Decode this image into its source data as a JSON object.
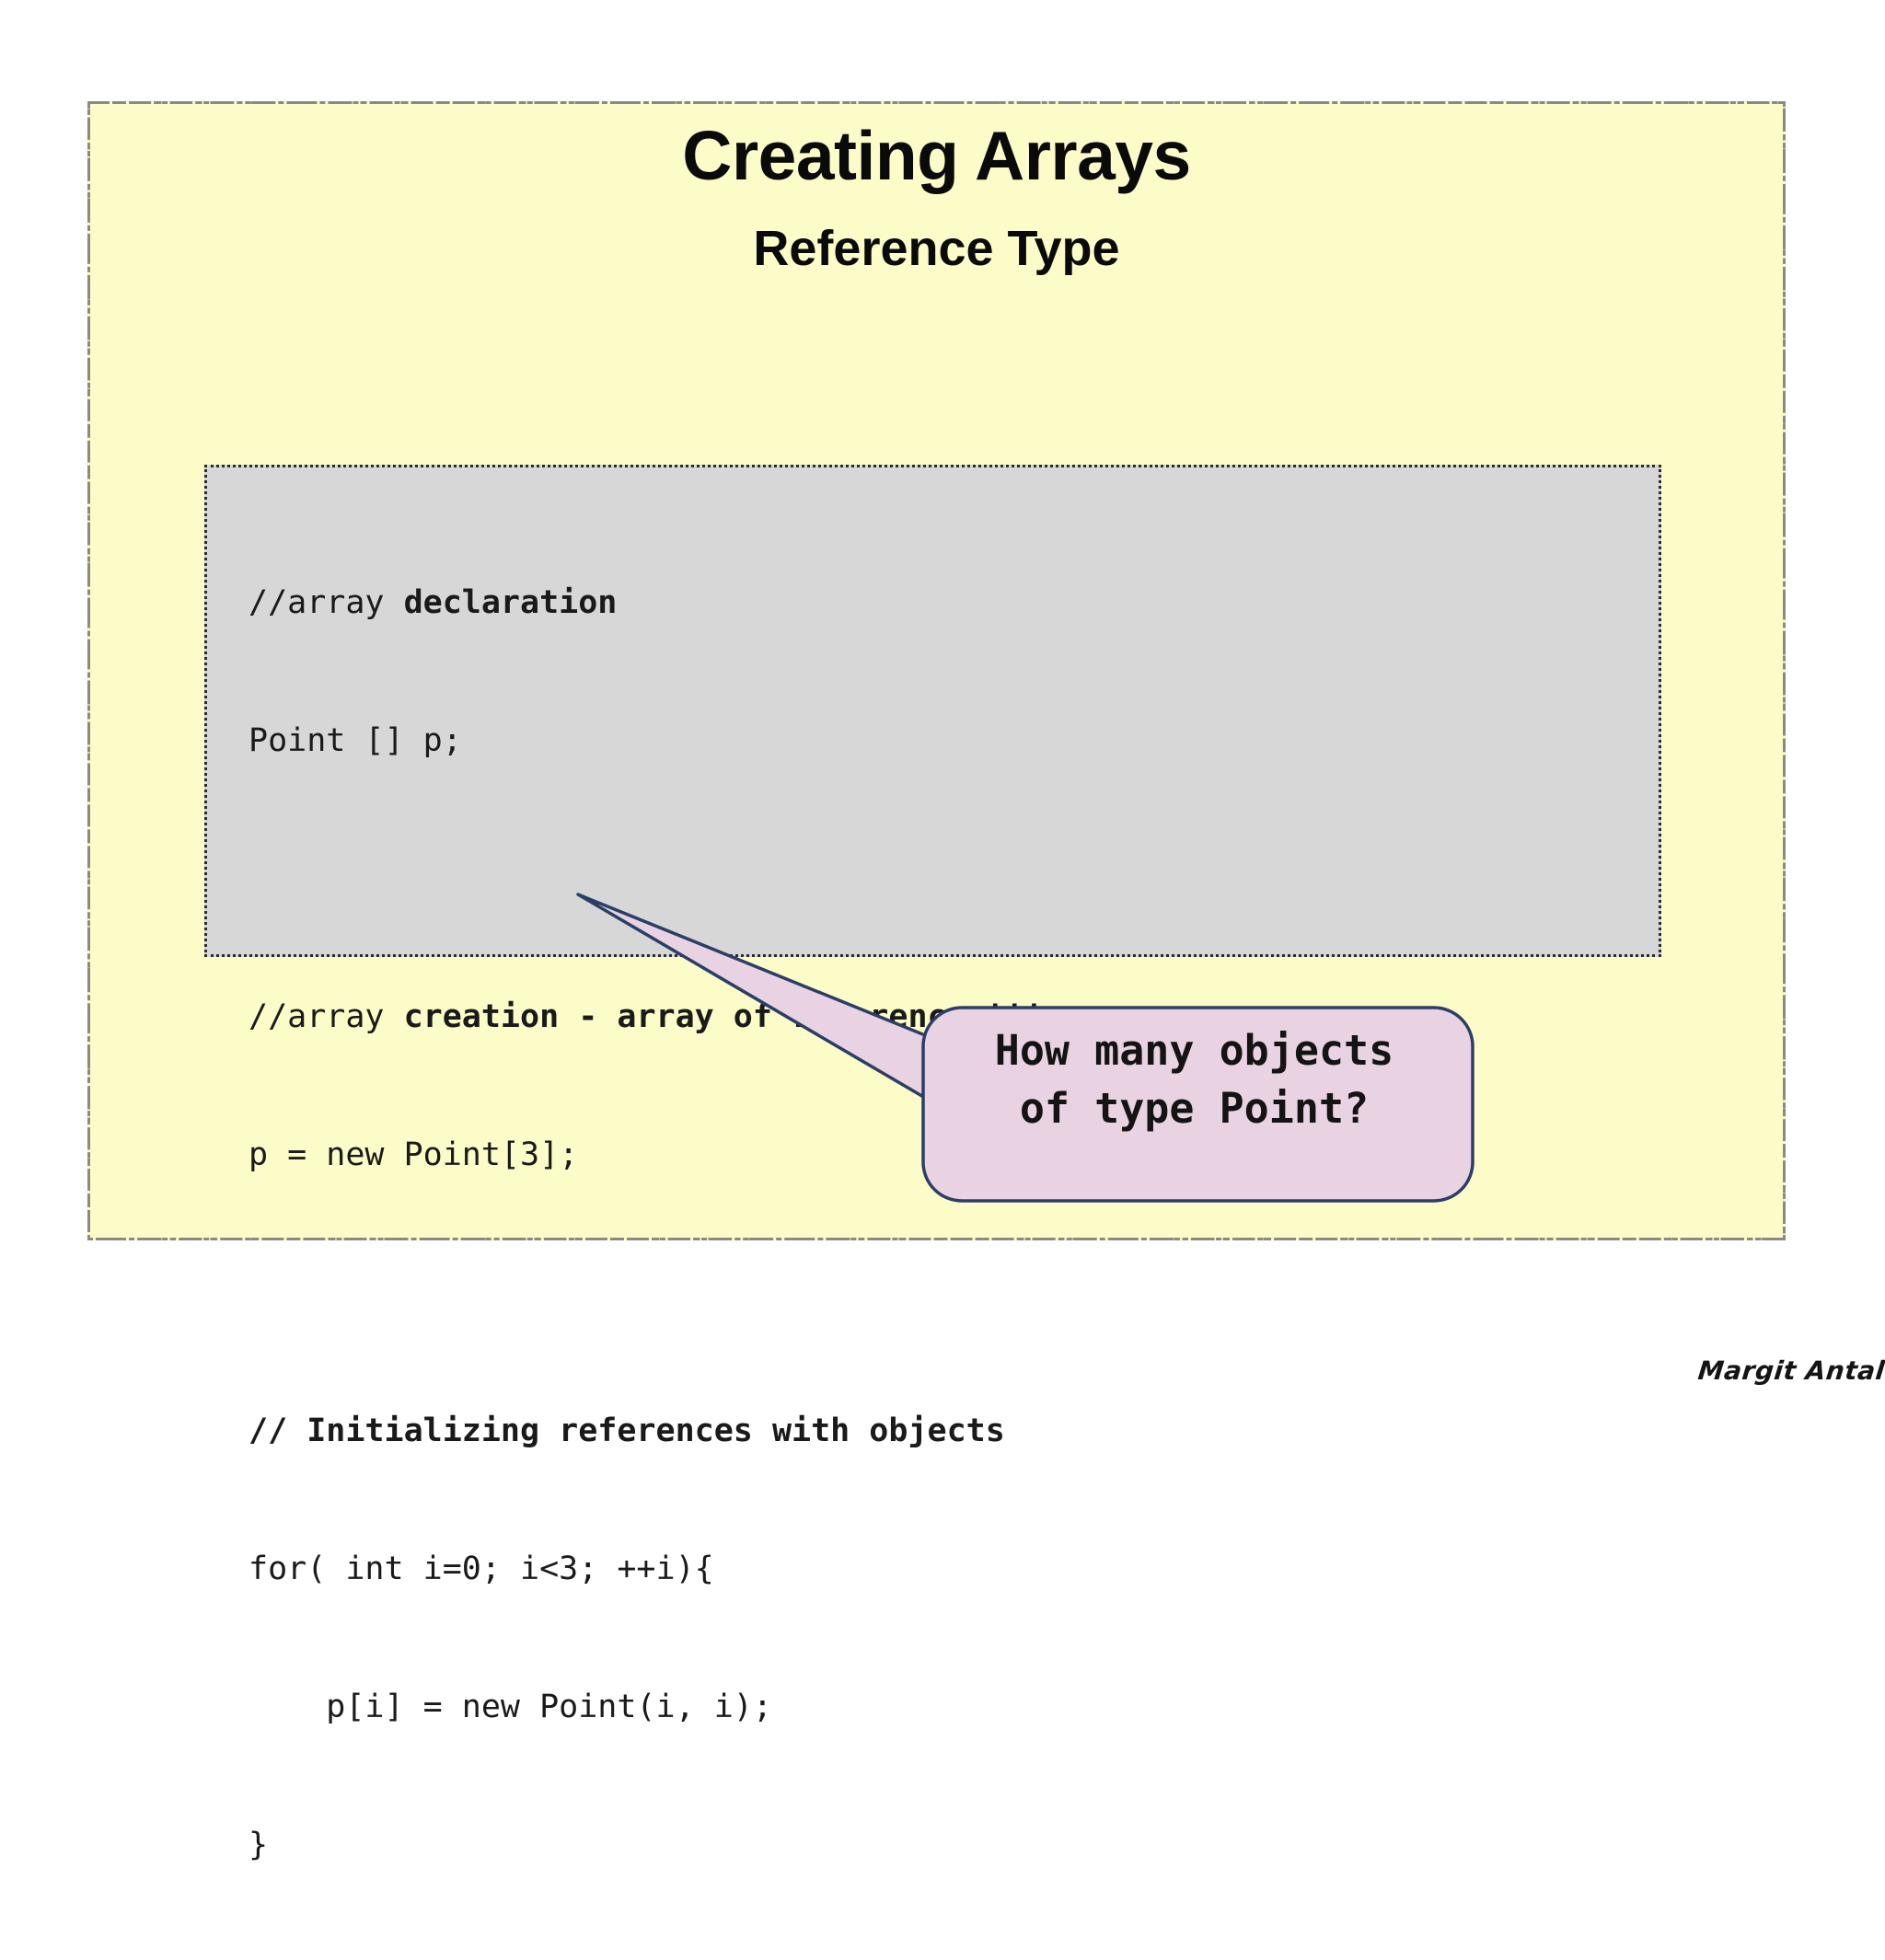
{
  "slide": {
    "title": "Creating Arrays",
    "subtitle": "Reference Type",
    "background_color": "#fcfcc8",
    "border_color": "#8a8a82"
  },
  "code_block": {
    "background_color": "#d7d7d7",
    "border_color": "#2b2b2b",
    "lines": [
      {
        "id": "l1",
        "plain": "//array ",
        "bold": "declaration"
      },
      {
        "id": "l2",
        "plain": "Point [] p;",
        "bold": ""
      },
      {
        "id": "l3",
        "plain": "",
        "bold": ""
      },
      {
        "id": "l4",
        "plain": "//array ",
        "bold": "creation - array of references!!!"
      },
      {
        "id": "l5",
        "plain": "p = new Point[3];",
        "bold": ""
      },
      {
        "id": "l6",
        "plain": "",
        "bold": ""
      },
      {
        "id": "l7",
        "plain": "",
        "bold": "// Initializing references with objects"
      },
      {
        "id": "l8",
        "plain": "for( int i=0; i<3; ++i){",
        "bold": ""
      },
      {
        "id": "l9",
        "plain": "    p[i] = new Point(i, i);",
        "bold": ""
      },
      {
        "id": "l10",
        "plain": "}",
        "bold": ""
      }
    ]
  },
  "callout": {
    "line1": "How many objects",
    "line2": "of type Point?",
    "fill_color": "#e9d3e3",
    "border_color": "#2b3f66"
  },
  "signature": {
    "name": "Margit Antal"
  }
}
